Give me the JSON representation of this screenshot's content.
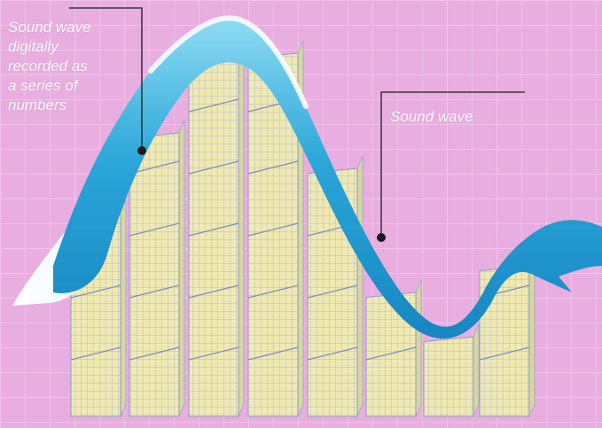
{
  "labels": {
    "digital_recording": [
      "Sound wave",
      "digitally",
      "recorded as",
      "a series of",
      "numbers"
    ],
    "sound_wave": "Sound wave"
  },
  "colors": {
    "background": "#e8aee0",
    "grid": "#f4c8ee",
    "ribbon_front": "#2aa6d8",
    "ribbon_back": "#d8f2fb",
    "panel_fill": "#f0efb0",
    "panel_grid": "#9aa6cc",
    "pointer": "#1a1a1a"
  }
}
